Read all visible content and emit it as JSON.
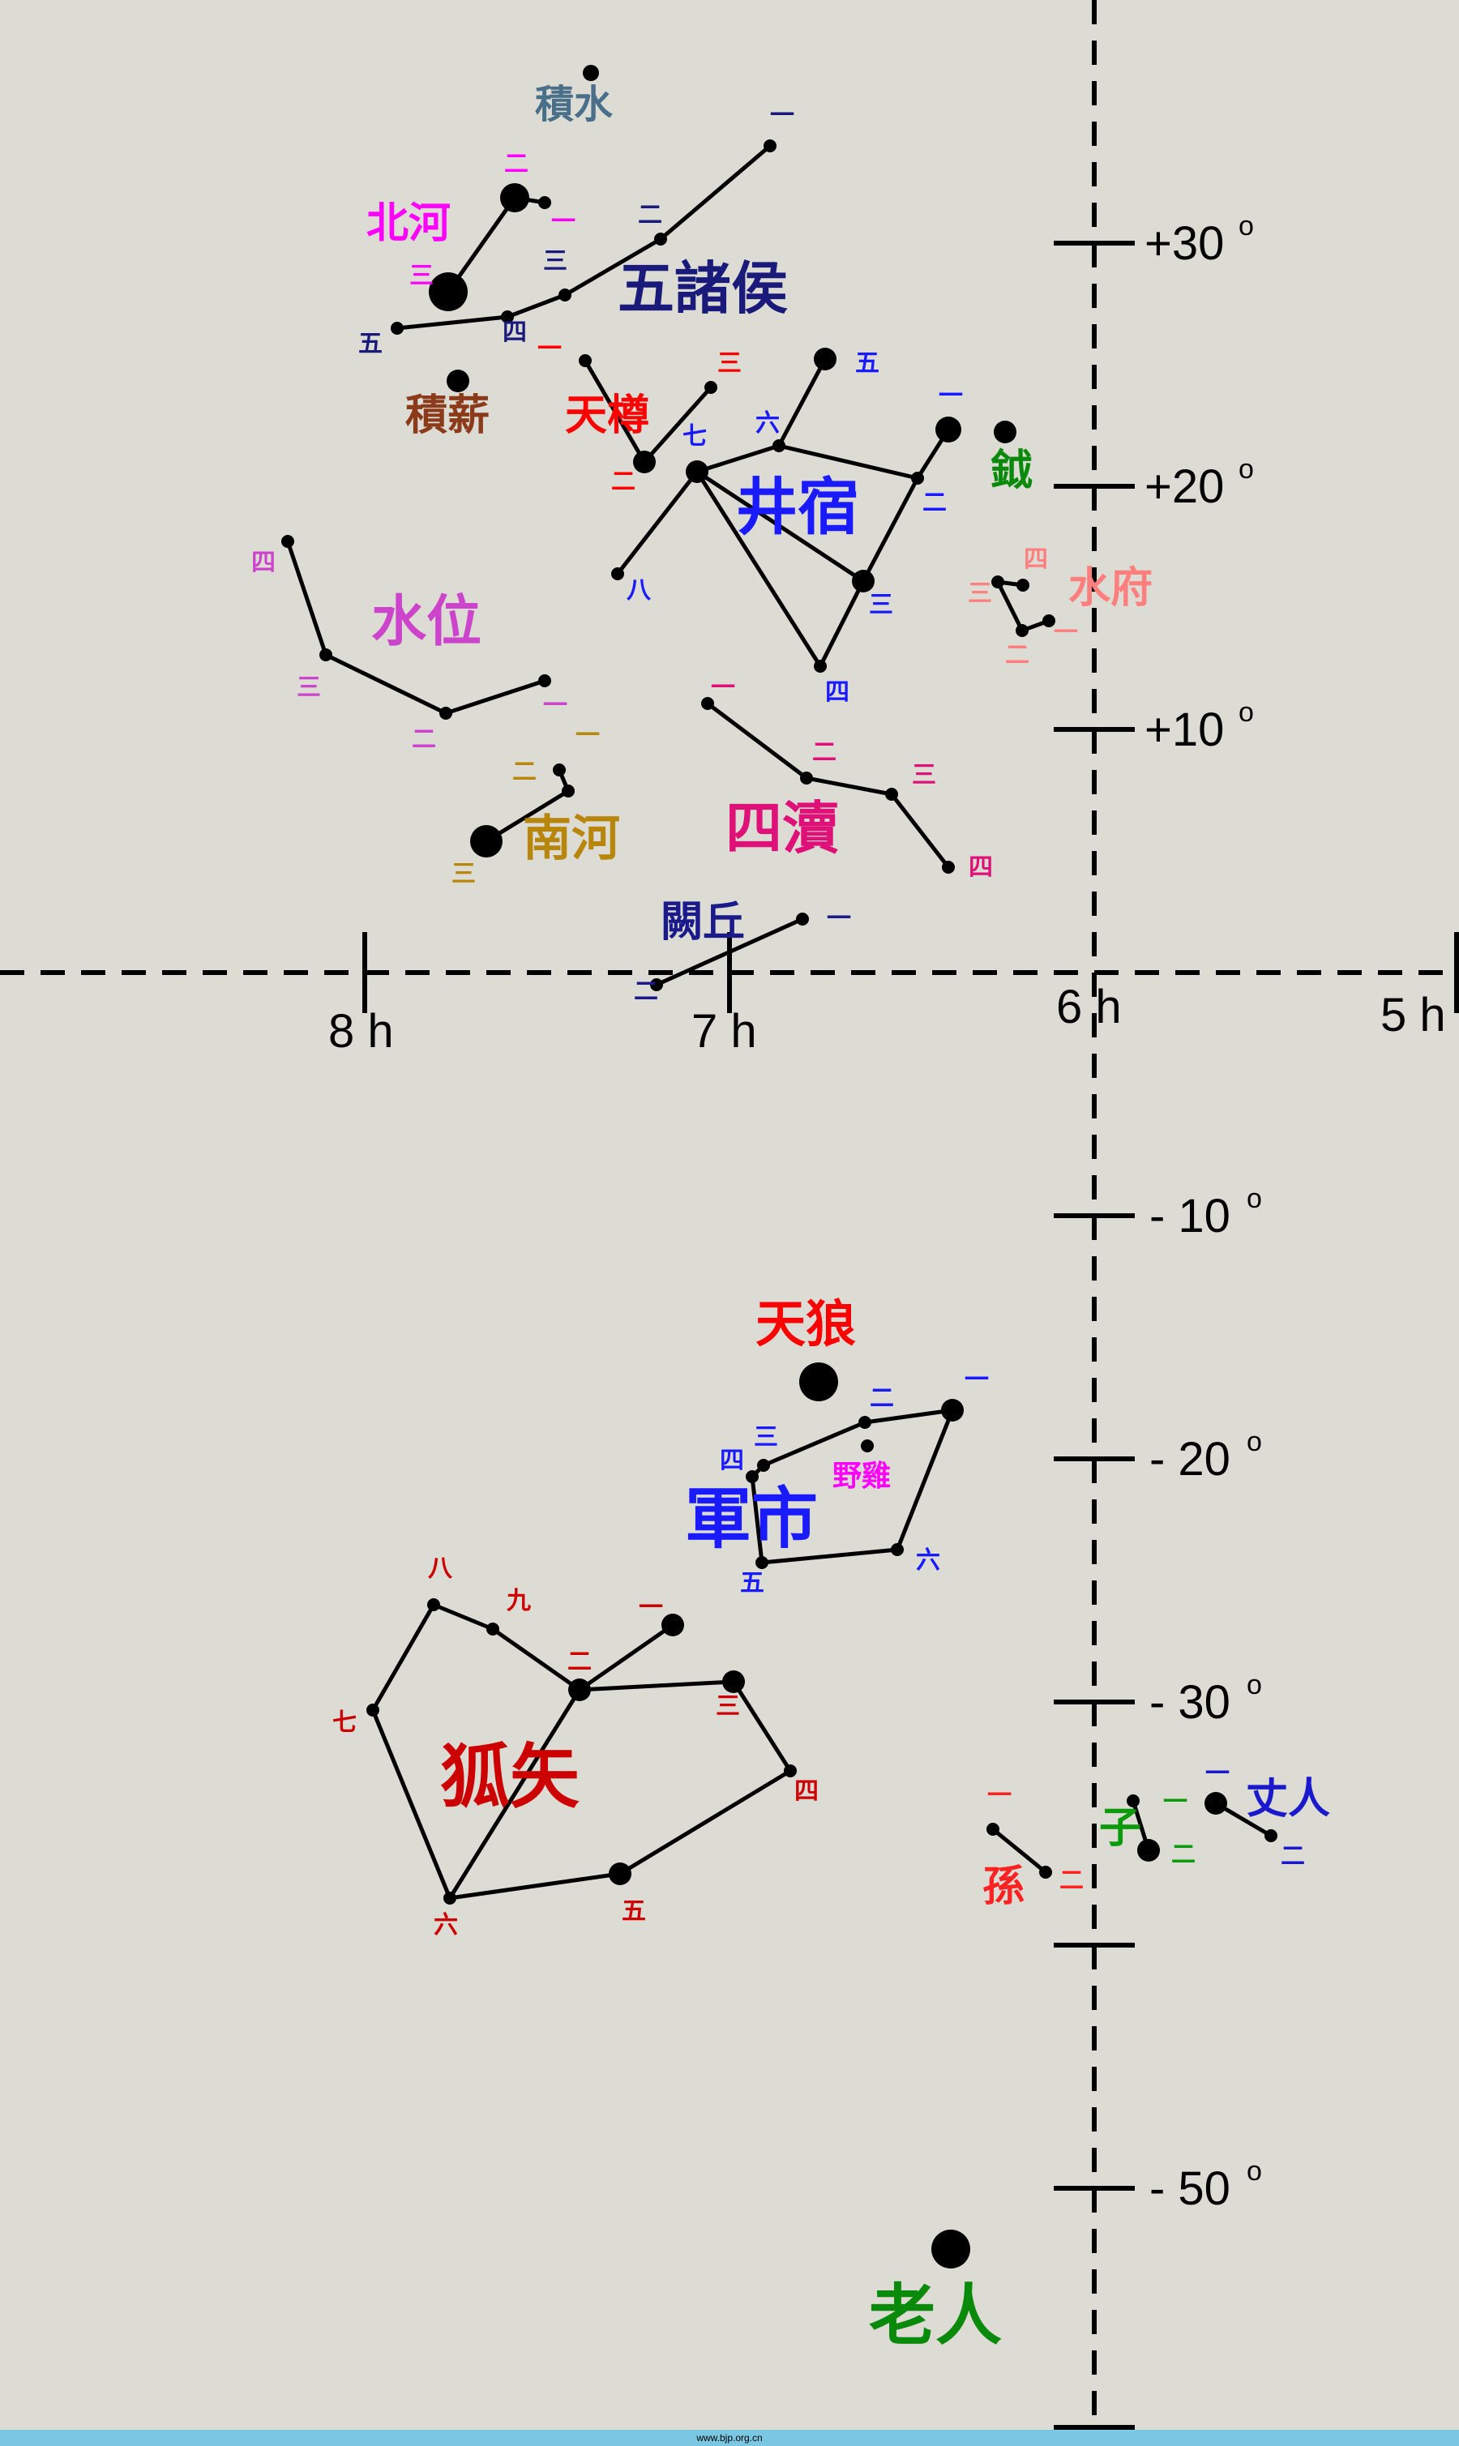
{
  "axes": {
    "ra_labels": [
      "8 h",
      "7 h",
      "6 h",
      "5 h"
    ],
    "dec_labels": [
      "+30",
      "+20",
      "+10",
      "- 10",
      "- 20",
      "- 30",
      "- 50"
    ],
    "degree_symbol": "o"
  },
  "colors": {
    "background": "#dcdcd4",
    "ink": "#000000",
    "footer": "#7ac7e3"
  },
  "footer": {
    "text": "www.bjp.org.cn"
  },
  "constellations": [
    {
      "id": "jishui",
      "name": "積水",
      "color": "#4a6f8a",
      "numerals": []
    },
    {
      "id": "beihe",
      "name": "北河",
      "color": "#ff00ff",
      "numerals": [
        "二",
        "一",
        "三"
      ]
    },
    {
      "id": "wuzhuhou",
      "name": "五諸侯",
      "color": "#1a1a7a",
      "numerals": [
        "一",
        "二",
        "三",
        "四",
        "五"
      ]
    },
    {
      "id": "jixin",
      "name": "積薪",
      "color": "#8b3a1a",
      "numerals": []
    },
    {
      "id": "tianzun",
      "name": "天樽",
      "color": "#ff0000",
      "numerals": [
        "一",
        "二",
        "三"
      ]
    },
    {
      "id": "jingxiu",
      "name": "井宿",
      "color": "#1a1aff",
      "numerals": [
        "一",
        "二",
        "三",
        "四",
        "五",
        "六",
        "七",
        "八"
      ]
    },
    {
      "id": "yue",
      "name": "鉞",
      "color": "#0a8a0a",
      "numerals": []
    },
    {
      "id": "shuifu",
      "name": "水府",
      "color": "#ff7f7f",
      "numerals": [
        "一",
        "二",
        "三",
        "四"
      ]
    },
    {
      "id": "shuiwei",
      "name": "水位",
      "color": "#cc44cc",
      "numerals": [
        "一",
        "二",
        "三",
        "四"
      ]
    },
    {
      "id": "nanhe",
      "name": "南河",
      "color": "#b8860b",
      "numerals": [
        "一",
        "二",
        "三"
      ]
    },
    {
      "id": "sidu",
      "name": "四瀆",
      "color": "#dd1177",
      "numerals": [
        "一",
        "二",
        "三",
        "四"
      ]
    },
    {
      "id": "queqiu",
      "name": "闕丘",
      "color": "#1a1a8a",
      "numerals": [
        "一",
        "二"
      ]
    },
    {
      "id": "tianlang",
      "name": "天狼",
      "color": "#ff0000",
      "numerals": []
    },
    {
      "id": "junshi",
      "name": "軍市",
      "color": "#1a1aff",
      "numerals": [
        "一",
        "二",
        "三",
        "四",
        "五",
        "六"
      ]
    },
    {
      "id": "yeji",
      "name": "野雞",
      "color": "#ff00ff",
      "numerals": []
    },
    {
      "id": "hushi",
      "name": "狐矢",
      "color": "#cc0000",
      "numerals": [
        "一",
        "二",
        "三",
        "四",
        "五",
        "六",
        "七",
        "八",
        "九"
      ]
    },
    {
      "id": "sun",
      "name": "孫",
      "color": "#ff2222",
      "numerals": [
        "一",
        "二"
      ]
    },
    {
      "id": "zi",
      "name": "子",
      "color": "#0a9a0a",
      "numerals": [
        "一",
        "二"
      ]
    },
    {
      "id": "zhangren",
      "name": "丈人",
      "color": "#1a1acc",
      "numerals": [
        "一",
        "二"
      ]
    },
    {
      "id": "laoren",
      "name": "老人",
      "color": "#0a8a0a",
      "numerals": []
    }
  ]
}
